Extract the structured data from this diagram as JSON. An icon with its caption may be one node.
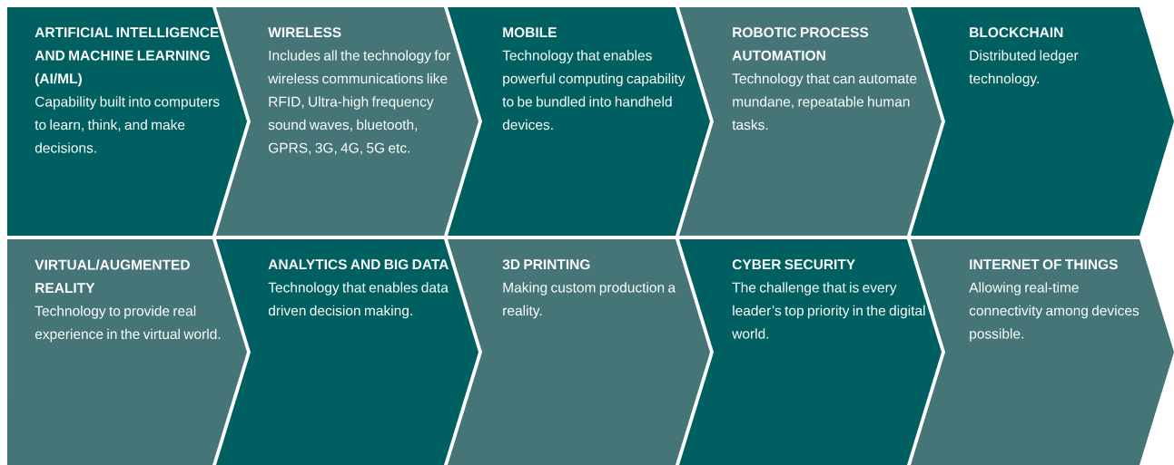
{
  "diagram": {
    "nodes": [
      {
        "text": [
          "ARTIFICIAL INTELLIGENCE AND MACHINE LEARNING (AI/ML)",
          "Capability built into computers to learn, think, and make decisions."
        ]
      },
      {
        "text": [
          "WIRELESS",
          "Includes all the technology for wireless communications like RFID, Ultra-high frequency sound waves, bluetooth, GPRS, 3G, 4G, 5G etc."
        ]
      },
      {
        "text": [
          "MOBILE",
          "Technology that enables powerful computing capability to be bundled into handheld devices."
        ]
      },
      {
        "text": [
          "ROBOTIC PROCESS AUTOMATION",
          "Technology that can automate mundane, repeatable human tasks."
        ]
      },
      {
        "text": [
          "BLOCKCHAIN",
          "Distributed ledger technology."
        ]
      },
      {
        "text": [
          "VIRTUAL/AUGMENTED REALITY",
          "Technology to provide real experience in the virtual world."
        ]
      },
      {
        "text": [
          "ANALYTICS AND BIG DATA",
          "Technology that enables data driven decision making."
        ]
      },
      {
        "text": [
          "3D PRINTING",
          "Making custom production a reality."
        ]
      },
      {
        "text": [
          "CYBER SECURITY",
          "The challenge that is every leader’s top priority in the digital world."
        ]
      },
      {
        "text": [
          "INTERNET OF THINGS",
          "Allowing real-time connectivity among devices possible."
        ]
      }
    ]
  }
}
